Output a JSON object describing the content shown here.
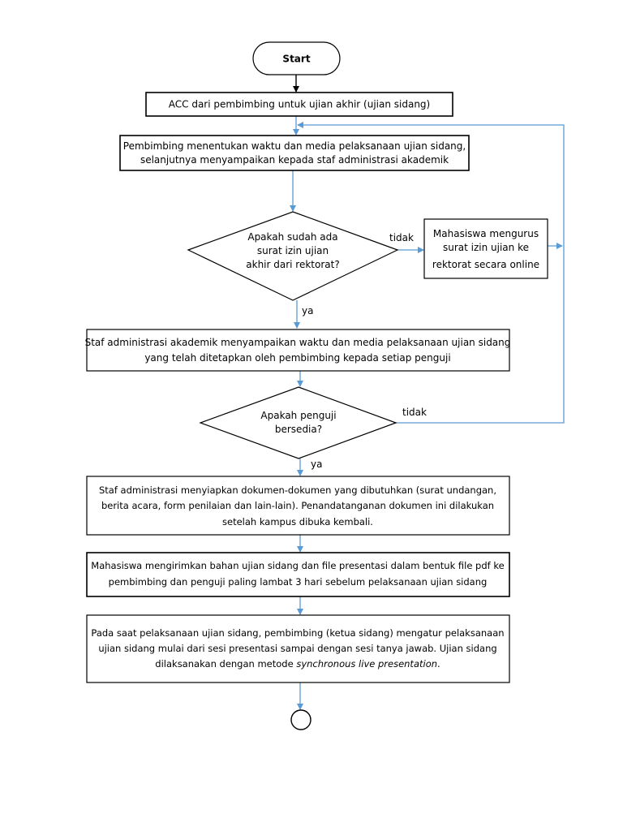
{
  "nodes": {
    "start": "Start",
    "acc": "ACC dari pembimbing untuk ujian akhir (ujian  sidang)",
    "tentukan": [
      "Pembimbing menentukan waktu dan media pelaksanaan ujian sidang,",
      "selanjutnya menyampaikan kepada staf administrasi akademik"
    ],
    "decision_izin": [
      "Apakah sudah ada",
      "surat izin ujian",
      "akhir dari rektorat?"
    ],
    "urus_izin": [
      "Mahasiswa mengurus",
      "surat izin ujian ke",
      "rektorat secara online"
    ],
    "staf_sampaikan": [
      "Staf administrasi akademik menyampaikan waktu dan media pelaksanaan ujian sidang",
      "yang telah ditetapkan oleh pembimbing kepada setiap penguji"
    ],
    "decision_penguji": [
      "Apakah penguji",
      "bersedia?"
    ],
    "staf_dokumen": [
      "Staf administrasi menyiapkan dokumen-dokumen yang dibutuhkan (surat undangan,",
      "berita acara, form penilaian dan lain-lain).  Penandatanganan dokumen ini dilakukan",
      "setelah kampus dibuka kembali."
    ],
    "kirim_bahan": [
      "Mahasiswa mengirimkan bahan ujian sidang dan file presentasi dalam bentuk file pdf ke",
      "pembimbing dan penguji paling lambat 3 hari sebelum pelaksanaan ujian sidang"
    ],
    "pelaksanaan": {
      "line1": "Pada saat pelaksanaan ujian sidang, pembimbing (ketua sidang) mengatur pelaksanaan",
      "line2": "ujian sidang mulai dari sesi presentasi sampai dengan sesi tanya jawab. Ujian sidang",
      "line3_prefix": "dilaksanakan dengan metode ",
      "line3_italic": "synchronous live presentation",
      "line3_suffix": "."
    }
  },
  "labels": {
    "tidak_1": "tidak",
    "ya_1": "ya",
    "tidak_2": "tidak",
    "ya_2": "ya"
  },
  "colors": {
    "connector_blue": "#5b9bd5",
    "connector_black": "#000000",
    "outline": "#000000"
  }
}
